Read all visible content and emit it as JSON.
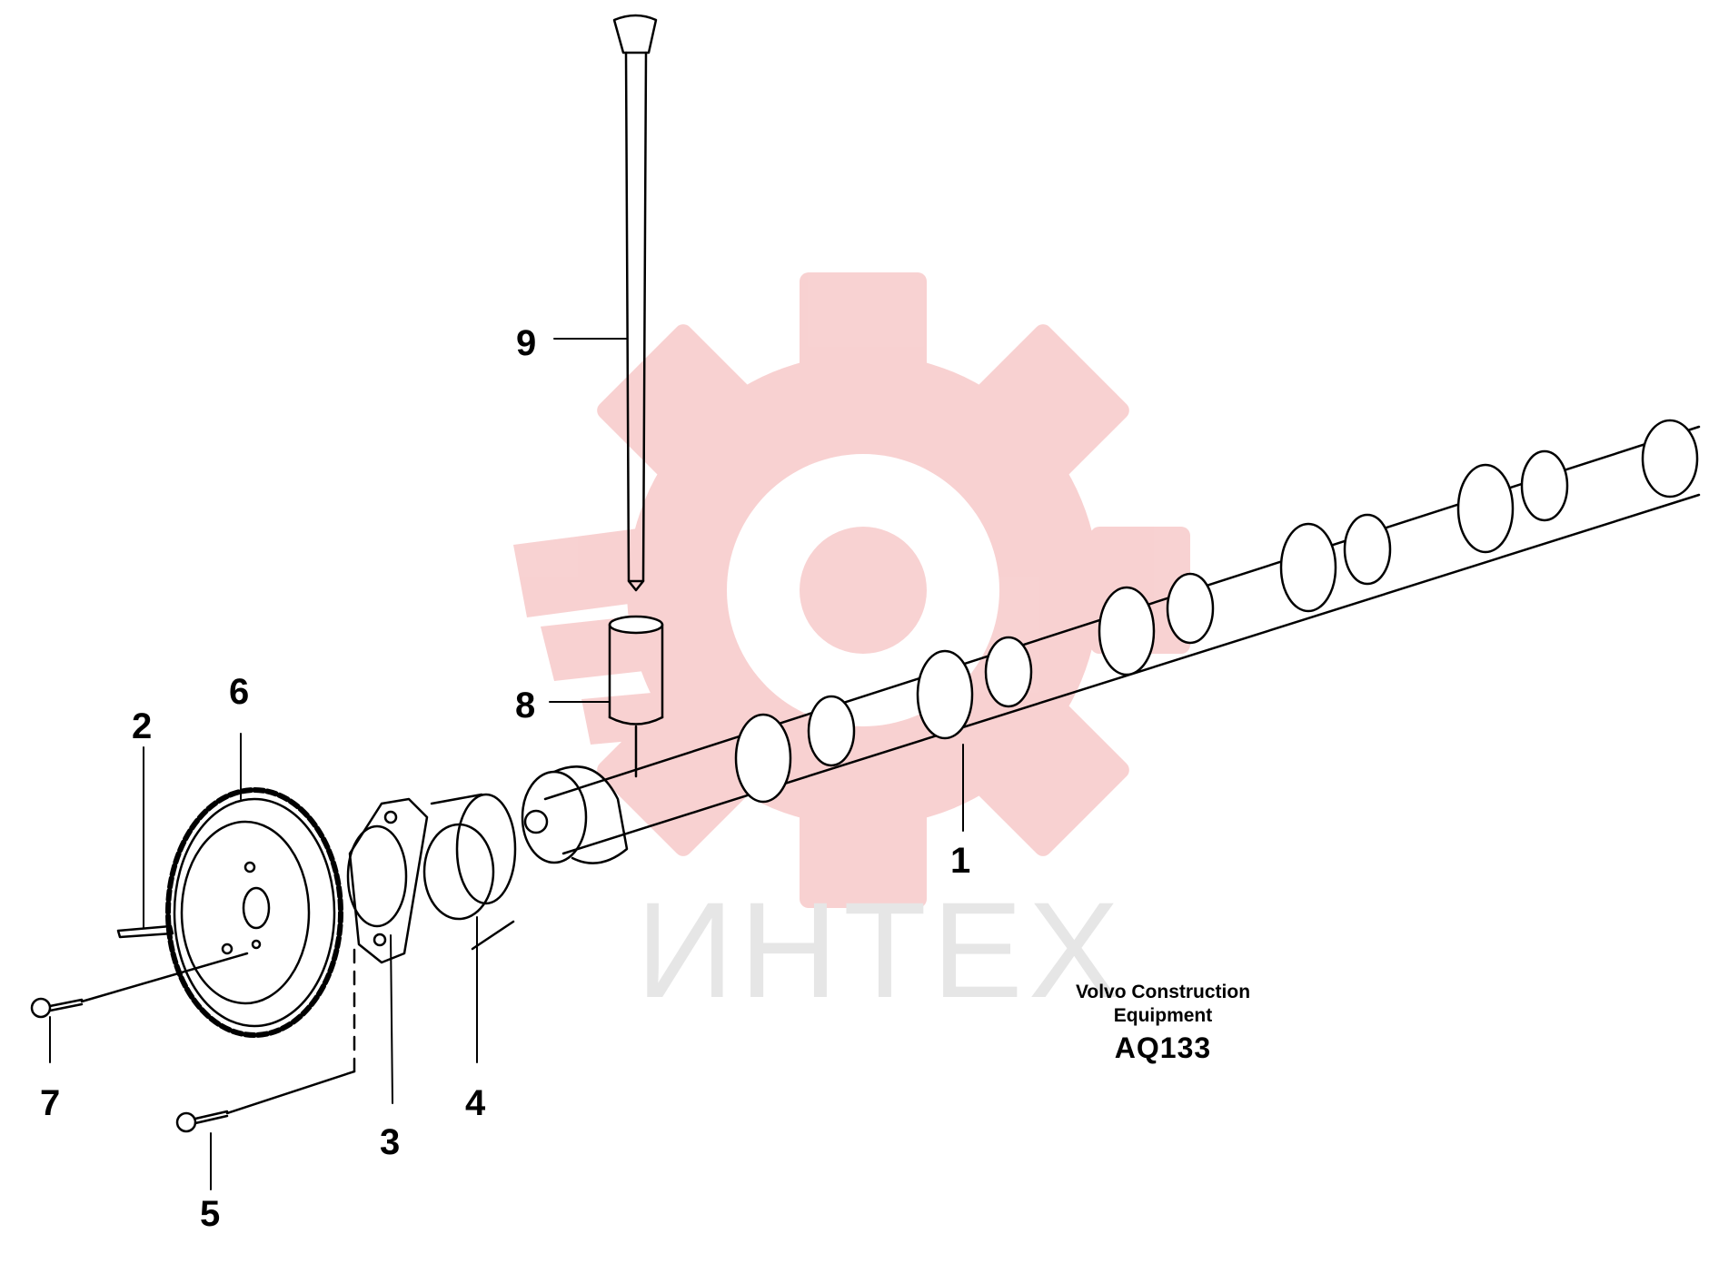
{
  "watermark": {
    "text": "ИНТЕХ",
    "logo_icon": "gear-wrench-logo-icon",
    "logo_color": "#f7c9c9",
    "text_color": "#e6e6e6"
  },
  "caption": {
    "manufacturer_line1": "Volvo Construction",
    "manufacturer_line2": "Equipment",
    "model": "AQ133"
  },
  "callouts": [
    "9",
    "8",
    "6",
    "2",
    "1",
    "7",
    "3",
    "4",
    "5"
  ],
  "colors": {
    "ink": "#000000",
    "background": "#ffffff"
  }
}
